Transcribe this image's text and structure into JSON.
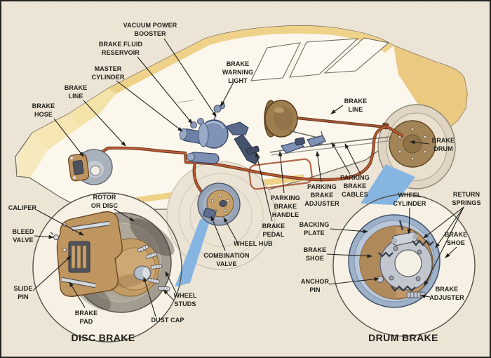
{
  "palette": {
    "background": "#ece4d5",
    "car_yellow": "#efd28a",
    "brake_line_orange": "#b95c36",
    "component_blue": "#8093b6",
    "component_tan": "#c59f67",
    "callout_blue": "#86b5e2",
    "text_color": "#21211c"
  },
  "diagram": {
    "labels": {
      "brake_hose": {
        "text": "BRAKE\nHOSE"
      },
      "brake_line_front": {
        "text": "BRAKE\nLINE"
      },
      "master_cylinder": {
        "text": "MASTER\nCYLINDER"
      },
      "brake_fluid_reservoir": {
        "text": "BRAKE FLUID\nRESERVOIR"
      },
      "vacuum_power_booster": {
        "text": "VACUUM POWER\nBOOSTER"
      },
      "brake_warning_light": {
        "text": "BRAKE\nWARNING\nLIGHT"
      },
      "brake_line_rear": {
        "text": "BRAKE\nLINE"
      },
      "brake_drum": {
        "text": "BRAKE\nDRUM"
      },
      "parking_brake_cables": {
        "text": "PARKING\nBRAKE\nCABLES"
      },
      "parking_brake_adjuster": {
        "text": "PARKING\nBRAKE\nADJUSTER"
      },
      "parking_brake_handle": {
        "text": "PARKING\nBRAKE\nHANDLE"
      },
      "brake_pedal": {
        "text": "BRAKE\nPEDAL"
      },
      "wheel_hub": {
        "text": "WHEEL HUB"
      },
      "combination_valve": {
        "text": "COMBINATION\nVALVE"
      },
      "rotor_or_disc": {
        "text": "ROTOR\nOR DISC"
      },
      "caliper": {
        "text": "CALIPER"
      },
      "bleed_valve": {
        "text": "BLEED\nVALVE"
      },
      "slide_pin": {
        "text": "SLIDE\nPIN"
      },
      "brake_pad": {
        "text": "BRAKE\nPAD"
      },
      "wheel_studs": {
        "text": "WHEEL\nSTUDS"
      },
      "dust_cap": {
        "text": "DUST CAP"
      },
      "backing_plate": {
        "text": "BACKING\nPLATE"
      },
      "brake_shoe_left": {
        "text": "BRAKE\nSHOE"
      },
      "anchor_pin": {
        "text": "ANCHOR\nPIN"
      },
      "wheel_cylinder": {
        "text": "WHEEL\nCYLINDER"
      },
      "return_springs": {
        "text": "RETURN\nSPRINGS"
      },
      "brake_shoe_right": {
        "text": "BRAKE\nSHOE"
      },
      "brake_adjuster": {
        "text": "BRAKE\nADJUSTER"
      }
    },
    "captions": {
      "disc_brake": "DISC BRAKE",
      "drum_brake": "DRUM BRAKE"
    }
  }
}
